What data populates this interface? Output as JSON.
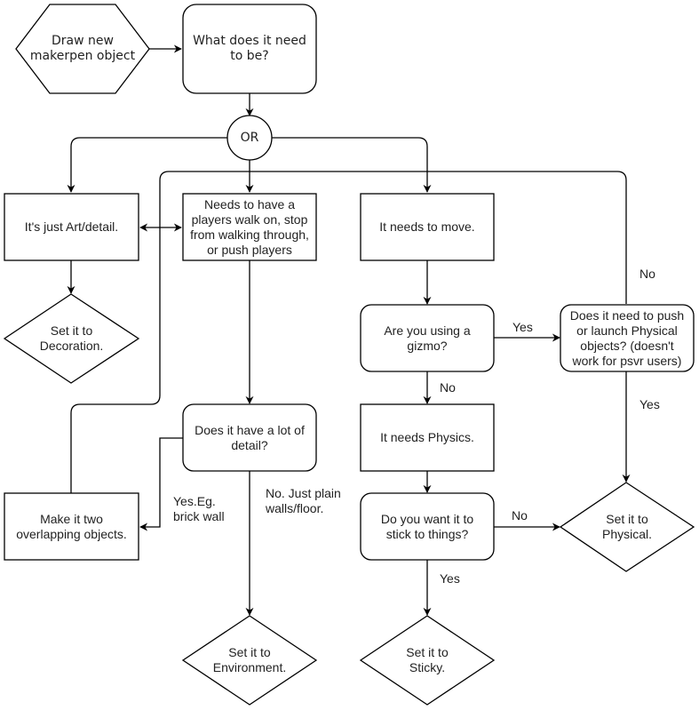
{
  "diagram": {
    "type": "flowchart",
    "nodes": {
      "start": {
        "label": "Draw new\nmakerpen object",
        "shape": "hexagon"
      },
      "what": {
        "label": "What does it need\nto be?",
        "shape": "rounded-rect"
      },
      "or": {
        "label": "OR",
        "shape": "circle"
      },
      "art": {
        "label": "It's just Art/detail.",
        "shape": "rect"
      },
      "needs": {
        "label": "Needs to have a\nplayers walk on, stop\nfrom walking through,\nor push players",
        "shape": "rect"
      },
      "move": {
        "label": "It needs to move.",
        "shape": "rect"
      },
      "decoration": {
        "label": "Set it to\nDecoration.",
        "shape": "diamond"
      },
      "gizmo": {
        "label": "Are you using a\ngizmo?",
        "shape": "rounded-rect"
      },
      "push": {
        "label": "Does it need to push\nor launch Physical\nobjects? (doesn't\nwork for psvr users)",
        "shape": "rounded-rect"
      },
      "detail": {
        "label": "Does it have a lot of\ndetail?",
        "shape": "rounded-rect"
      },
      "physics": {
        "label": "It needs Physics.",
        "shape": "rect"
      },
      "two": {
        "label": "Make it two\noverlapping objects.",
        "shape": "rect"
      },
      "stick": {
        "label": "Do you want it to\nstick to things?",
        "shape": "rounded-rect"
      },
      "physical": {
        "label": "Set it to\nPhysical.",
        "shape": "diamond"
      },
      "environment": {
        "label": "Set it to\nEnvironment.",
        "shape": "diamond"
      },
      "sticky": {
        "label": "Set it to\nSticky.",
        "shape": "diamond"
      }
    },
    "edges": [
      {
        "from": "start",
        "to": "what",
        "label": ""
      },
      {
        "from": "what",
        "to": "or",
        "label": ""
      },
      {
        "from": "or",
        "to": "art",
        "label": ""
      },
      {
        "from": "or",
        "to": "needs",
        "label": ""
      },
      {
        "from": "or",
        "to": "move",
        "label": ""
      },
      {
        "from": "art",
        "to": "needs",
        "label": "",
        "bidirectional": true
      },
      {
        "from": "art",
        "to": "decoration",
        "label": ""
      },
      {
        "from": "move",
        "to": "gizmo",
        "label": ""
      },
      {
        "from": "gizmo",
        "to": "push",
        "label": "Yes"
      },
      {
        "from": "gizmo",
        "to": "physics",
        "label": "No"
      },
      {
        "from": "push",
        "to": "two",
        "label": "No"
      },
      {
        "from": "push",
        "to": "physical",
        "label": "Yes"
      },
      {
        "from": "needs",
        "to": "detail",
        "label": ""
      },
      {
        "from": "detail",
        "to": "two",
        "label": "Yes.Eg.\nbrick wall"
      },
      {
        "from": "detail",
        "to": "environment",
        "label": "No. Just plain\nwalls/floor."
      },
      {
        "from": "physics",
        "to": "stick",
        "label": ""
      },
      {
        "from": "stick",
        "to": "physical",
        "label": "No"
      },
      {
        "from": "stick",
        "to": "sticky",
        "label": "Yes"
      }
    ]
  }
}
